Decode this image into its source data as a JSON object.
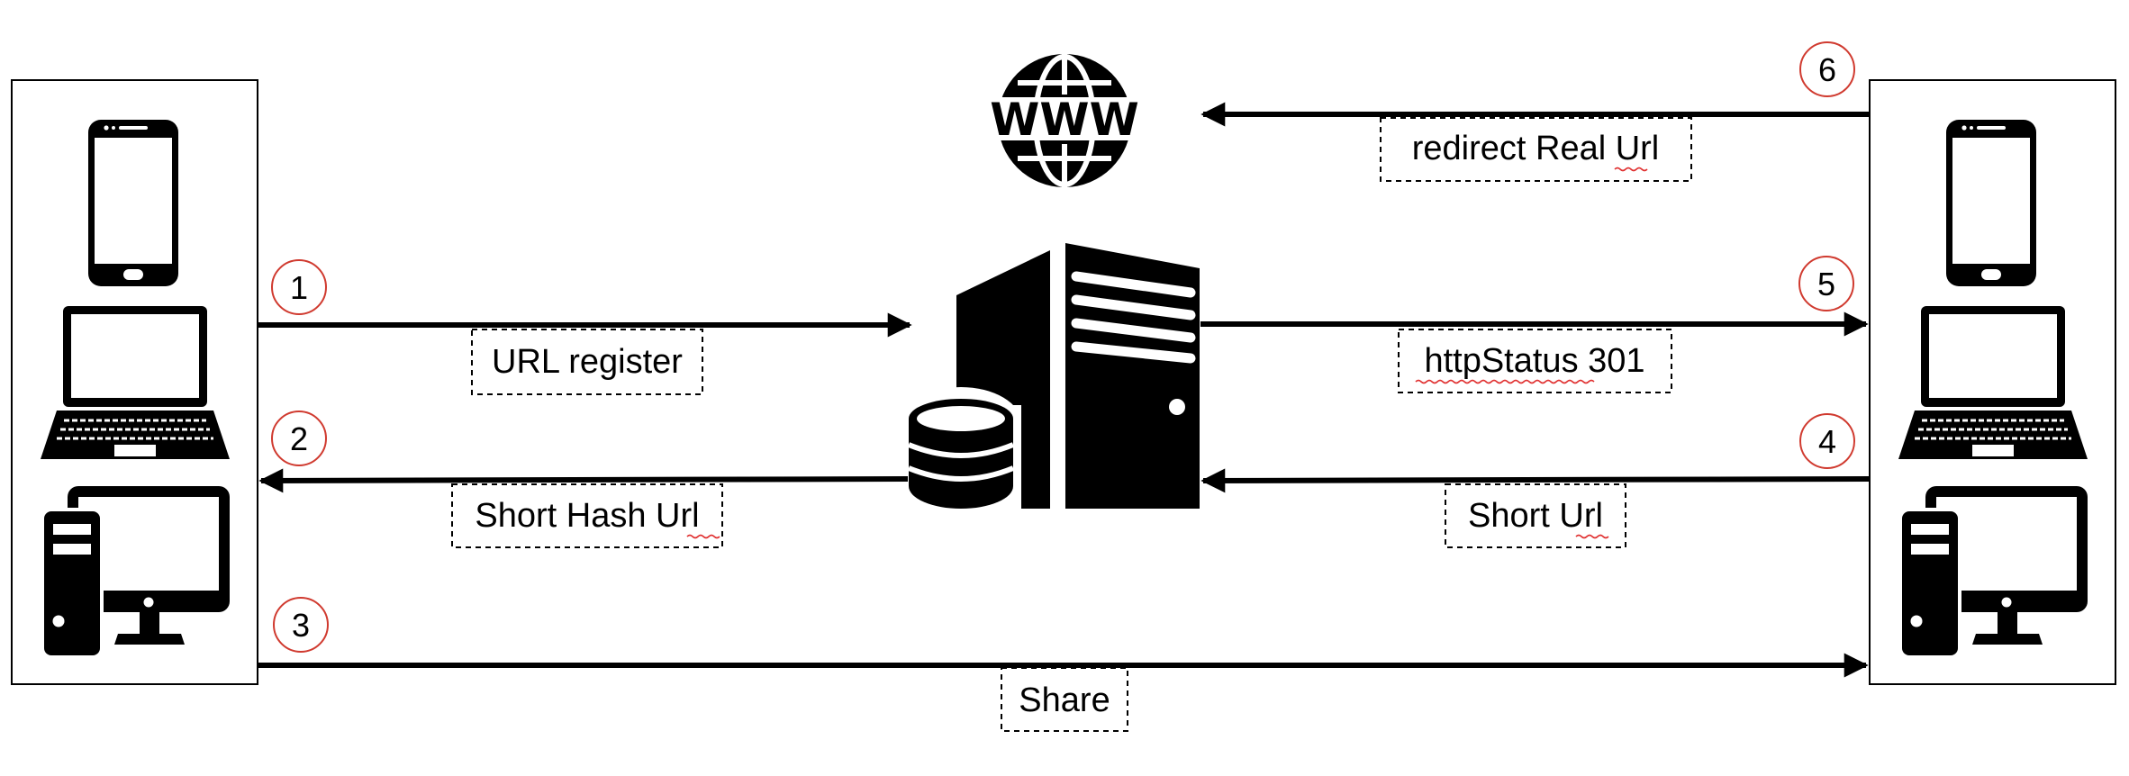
{
  "steps": [
    {
      "number": "1",
      "label": "URL register"
    },
    {
      "number": "2",
      "label": "Short Hash Url"
    },
    {
      "number": "3",
      "label": "Share"
    },
    {
      "number": "4",
      "label": "Short Url"
    },
    {
      "number": "5",
      "label": "httpStatus 301"
    },
    {
      "number": "6",
      "label": "redirect Real Url"
    }
  ],
  "globe": {
    "text": "WWW"
  },
  "icons": {
    "client": [
      "smartphone-icon",
      "laptop-icon",
      "desktop-computer-icon"
    ],
    "center": [
      "server-icon",
      "database-icon"
    ],
    "top": "www-globe-icon"
  },
  "colors": {
    "stroke": "#000000",
    "step_circle": "#d03a2f",
    "spellcheck": "#e03030"
  }
}
